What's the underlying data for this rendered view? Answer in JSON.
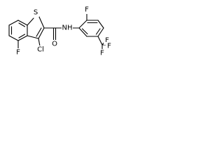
{
  "structure": {
    "atoms": {
      "S": "S",
      "O": "O",
      "NH": "NH",
      "Cl": "Cl",
      "F_benzothiophene": "F",
      "F_anilide": "F",
      "CF3_F_top": "F",
      "CF3_F_right": "F",
      "CF3_F_bottom": "F"
    }
  }
}
